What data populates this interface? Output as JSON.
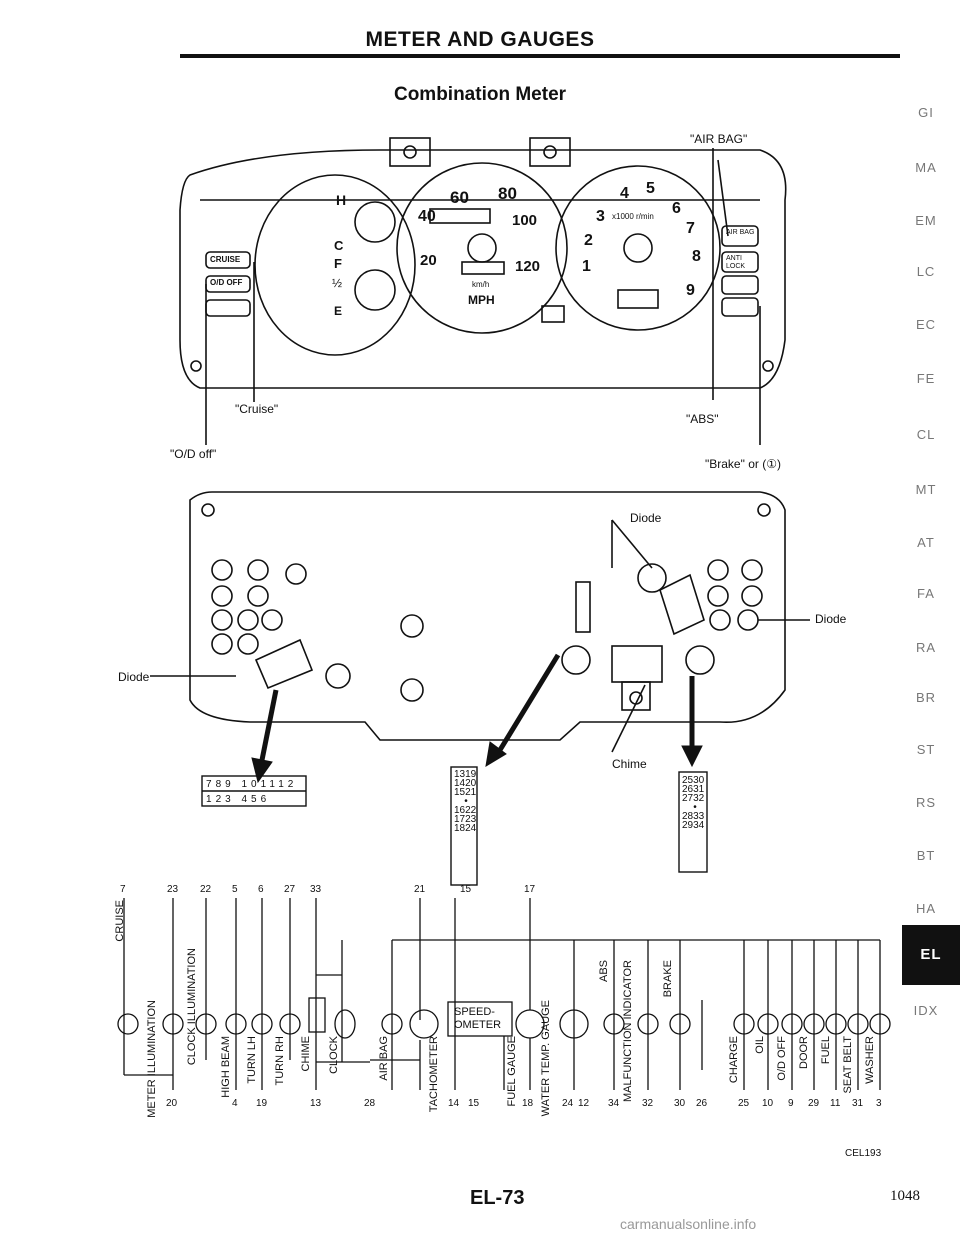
{
  "header": {
    "title": "METER AND GAUGES",
    "subtitle": "Combination Meter"
  },
  "side_tabs": [
    "GI",
    "MA",
    "EM",
    "LC",
    "EC",
    "FE",
    "CL",
    "MT",
    "AT",
    "FA",
    "RA",
    "BR",
    "ST",
    "RS",
    "BT",
    "HA",
    "EL",
    "IDX"
  ],
  "active_tab": "EL",
  "callouts": {
    "air_bag": "\"AIR BAG\"",
    "cruise": "\"Cruise\"",
    "od_off": "\"O/D off\"",
    "abs": "\"ABS\"",
    "brake": "\"Brake\" or (①)",
    "diode_top": "Diode",
    "diode_right": "Diode",
    "diode_left": "Diode",
    "chime": "Chime"
  },
  "gauge_text": {
    "speed": [
      "60",
      "80",
      "40",
      "100",
      "120",
      "20"
    ],
    "kmh": "km/h",
    "mph": "MPH",
    "tach": [
      "4",
      "5",
      "6",
      "3",
      "7",
      "2",
      "8",
      "1",
      "9"
    ],
    "tach_unit": "x1000 r/min",
    "fuel_h": "H",
    "fuel_c": "C",
    "fuel_f": "F",
    "fuel_e": "E",
    "half": "½",
    "air_bag_lamp": "AIR BAG",
    "anti_lock": "ANTI LOCK",
    "cruise_lamp": "CRUISE",
    "od_lamp": "O/D OFF"
  },
  "connectors": {
    "left_top": [
      "7",
      "8",
      "9",
      "",
      "10",
      "11",
      "12"
    ],
    "left_bottom": [
      "1",
      "2",
      "3",
      "",
      "4",
      "5",
      "6"
    ],
    "mid": [
      "13",
      "19",
      "14",
      "20",
      "15",
      "21",
      "•",
      "16",
      "22",
      "17",
      "23",
      "18",
      "24"
    ],
    "right": [
      "25",
      "30",
      "26",
      "31",
      "27",
      "32",
      "•",
      "28",
      "33",
      "29",
      "34"
    ]
  },
  "schematic": {
    "top_pins": [
      "7",
      "23",
      "22",
      "5",
      "6",
      "27",
      "33",
      "21",
      "15",
      "17"
    ],
    "bottom_pins": [
      "20",
      "4",
      "19",
      "13",
      "28",
      "14",
      "15",
      "18",
      "24",
      "12",
      "34",
      "32",
      "30",
      "26",
      "25",
      "10",
      "9",
      "29",
      "11",
      "31",
      "3"
    ],
    "labels": [
      "CRUISE",
      "METER ILLUMINATION",
      "CLOCK ILLUMINATION",
      "HIGH BEAM",
      "TURN LH",
      "TURN RH",
      "CHIME",
      "CLOCK",
      "AIR BAG",
      "TACHOMETER",
      "FUEL GAUGE",
      "WATER TEMP. GAUGE",
      "ABS",
      "MALFUNCTION INDICATOR",
      "BRAKE",
      "CHARGE",
      "OIL",
      "O/D OFF",
      "DOOR",
      "FUEL",
      "SEAT BELT",
      "WASHER"
    ],
    "speedometer": [
      "SPEED-",
      "OMETER"
    ]
  },
  "footer": {
    "fig_code": "CEL193",
    "page_id": "EL-73",
    "page_num": "1048",
    "watermark": "carmanualsonline.info"
  }
}
